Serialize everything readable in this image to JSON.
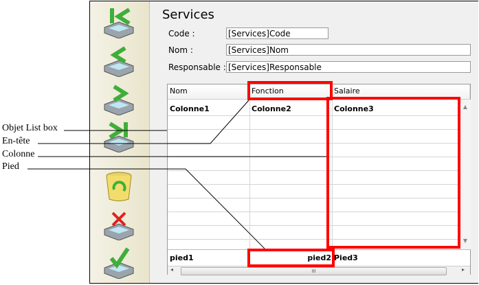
{
  "form": {
    "title": "Services",
    "fields": [
      {
        "label": "Code :",
        "value": "[Services]Code"
      },
      {
        "label": "Nom :",
        "value": "[Services]Nom"
      },
      {
        "label": "Responsable :",
        "value": "[Services]Responsable"
      }
    ]
  },
  "listbox": {
    "headers": [
      "Nom",
      "Fonction",
      "Salaire"
    ],
    "columns": [
      "Colonne1",
      "Colonne2",
      "Colonne3"
    ],
    "footers": [
      "pied1",
      "pied2",
      "Pied3"
    ],
    "hscroll_grip": "III"
  },
  "annotations": [
    "Objet List box",
    "En-tête",
    "Colonne",
    "Pied"
  ],
  "colors": {
    "highlight": "#ff0000",
    "icon_green": "#3fae3a"
  }
}
